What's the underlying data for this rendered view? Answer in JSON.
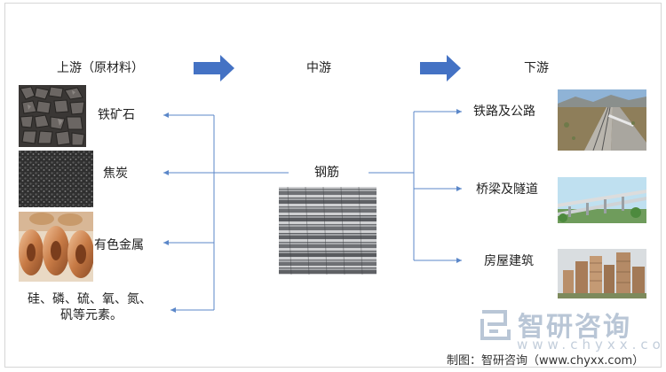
{
  "headers": {
    "upstream": "上游（原材料）",
    "midstream": "中游",
    "downstream": "下游"
  },
  "upstream_items": [
    {
      "label": "铁矿石",
      "icon": "iron-ore-photo"
    },
    {
      "label": "焦炭",
      "icon": "coke-photo"
    },
    {
      "label": "有色金属",
      "icon": "copper-coils-photo"
    },
    {
      "label_line1": "硅、磷、硫、氧、氮、",
      "label_line2": "矾等元素。"
    }
  ],
  "midstream_item": {
    "label": "钢筋",
    "icon": "rebar-bundle-photo"
  },
  "downstream_items": [
    {
      "label": "铁路及公路",
      "icon": "railway-photo"
    },
    {
      "label": "桥梁及隧道",
      "icon": "bridge-photo"
    },
    {
      "label": "房屋建筑",
      "icon": "buildings-photo"
    }
  ],
  "watermark": {
    "name": "智研咨询",
    "url": "www.chyxx.com"
  },
  "credit": "制图：智研咨询（www.chyxx.com）",
  "colors": {
    "arrow": "#4472c4",
    "line": "#5b87c9",
    "watermark": "#b9c6d6"
  }
}
